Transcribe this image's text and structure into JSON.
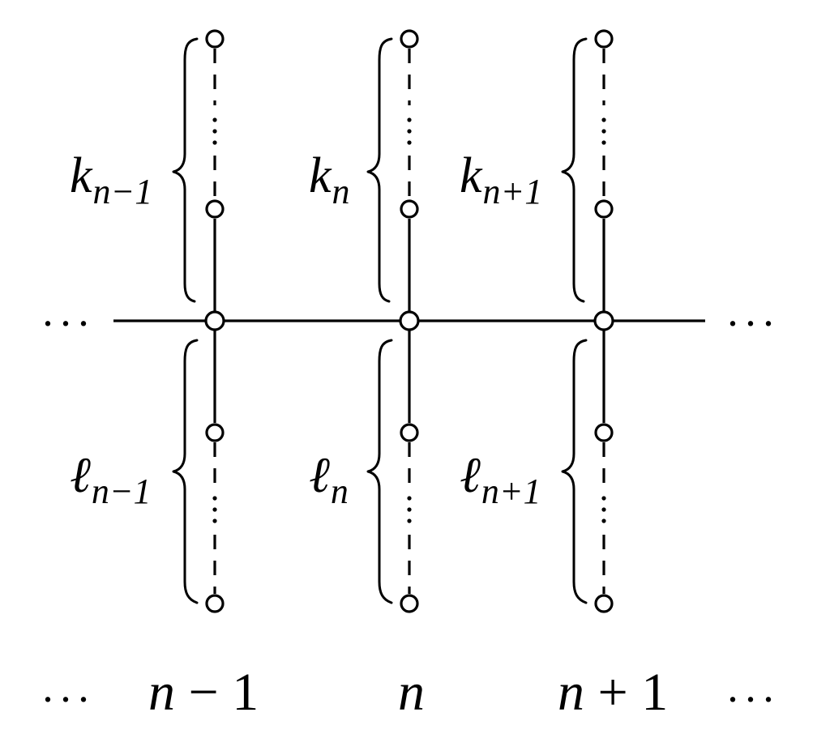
{
  "diagram": {
    "columns": [
      {
        "upper_main": "k",
        "upper_sub": "n−1",
        "lower_main": "ℓ",
        "lower_sub": "n−1",
        "axis_var": "n",
        "axis_op": "− 1"
      },
      {
        "upper_main": "k",
        "upper_sub": "n",
        "lower_main": "ℓ",
        "lower_sub": "n",
        "axis_var": "n",
        "axis_op": ""
      },
      {
        "upper_main": "k",
        "upper_sub": "n+1",
        "lower_main": "ℓ",
        "lower_sub": "n+1",
        "axis_var": "n",
        "axis_op": "+ 1"
      }
    ],
    "ellipsis": "···"
  }
}
